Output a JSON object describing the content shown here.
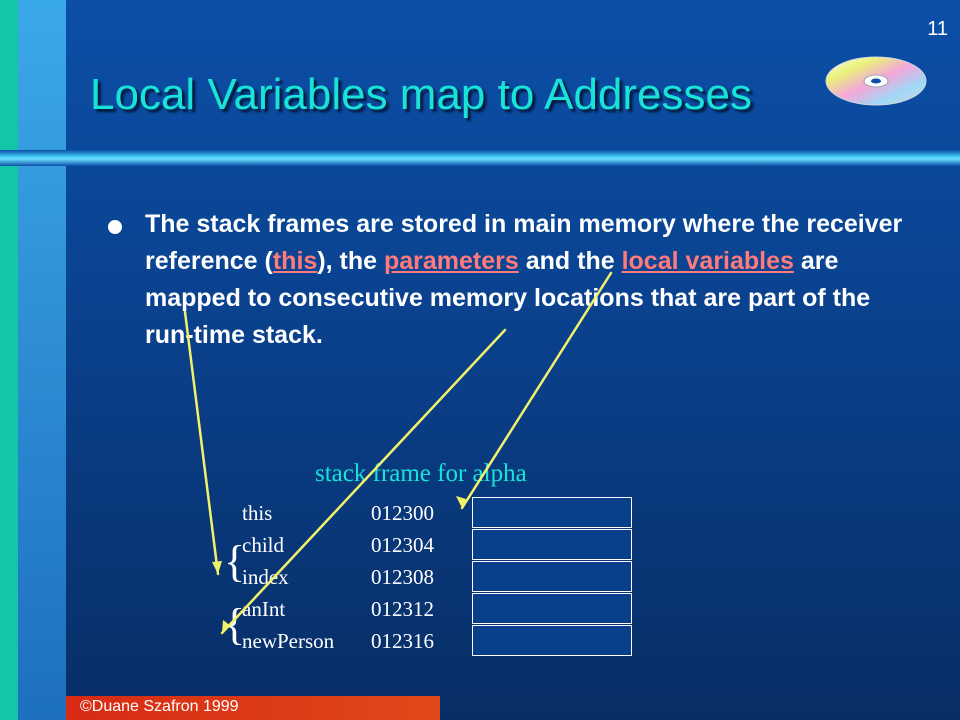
{
  "slide": {
    "page_number": "11",
    "title": "Local Variables map to Addresses",
    "cd_icon": "cd-disc-icon",
    "bullet": {
      "p1": "The stack frames are stored in main memory where the receiver reference (",
      "this": "this",
      "p2": "), the ",
      "parameters": "parameters",
      "p3": " and the ",
      "local_variables": "local variables",
      "p4": " are mapped to consecutive memory locations that are part of the run-time stack."
    },
    "stack_frame": {
      "heading": "stack frame for alpha",
      "rows": [
        {
          "name": "this",
          "address": "012300"
        },
        {
          "name": "child",
          "address": "012304"
        },
        {
          "name": "index",
          "address": "012308"
        },
        {
          "name": "anInt",
          "address": "012312"
        },
        {
          "name": "newPerson",
          "address": "012316"
        }
      ],
      "braces": [
        "{",
        "{"
      ]
    },
    "footer": "©Duane Szafron 1999",
    "colors": {
      "title": "#19e3d8",
      "highlight": "#ff7a7a",
      "arrow": "#f2f26a",
      "footer": "#d82a14"
    }
  }
}
